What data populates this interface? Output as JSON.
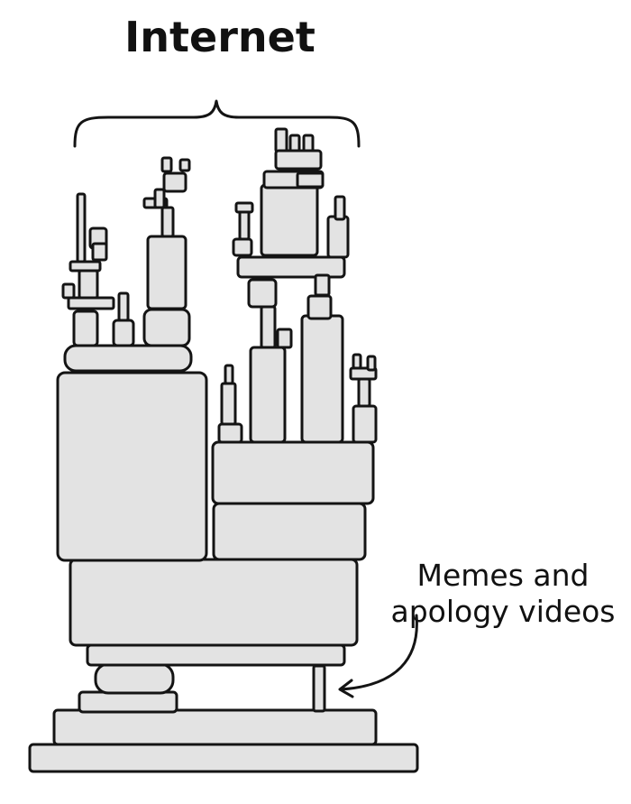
{
  "title": "Internet",
  "annotation": {
    "line1": "Memes and",
    "line2": "apology videos"
  },
  "colors": {
    "block_fill": "#e3e3e3",
    "ink": "#141414"
  }
}
